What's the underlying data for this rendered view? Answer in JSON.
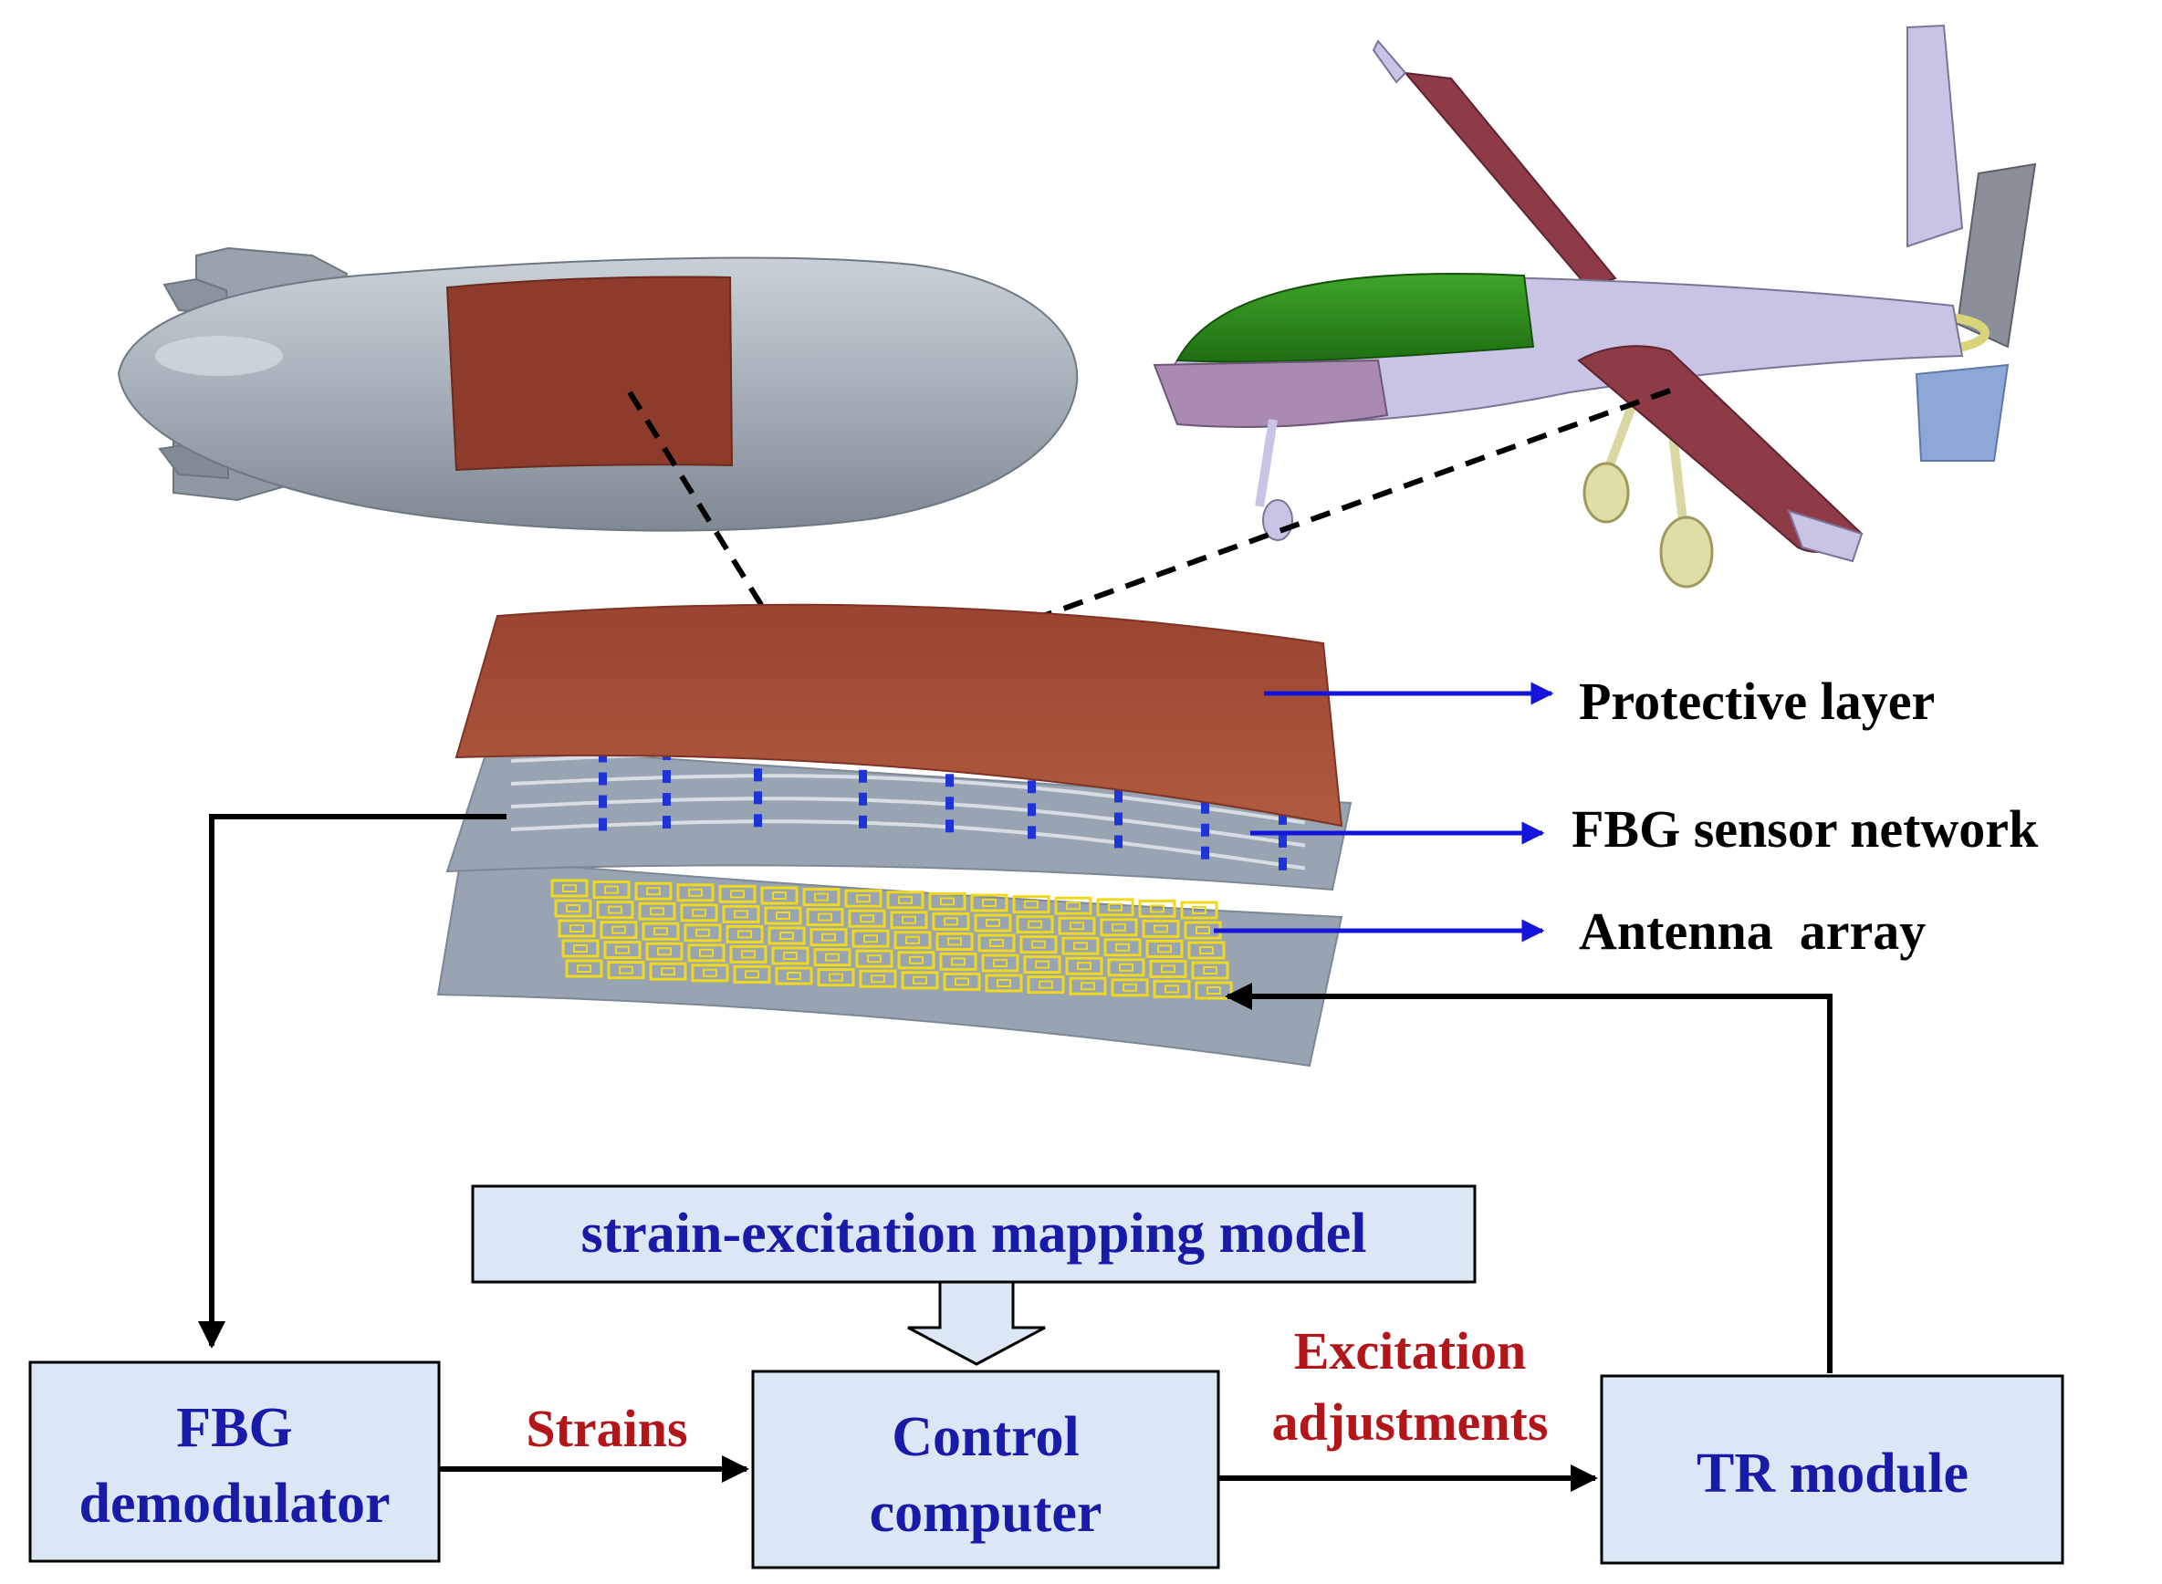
{
  "labels": {
    "protective_layer": "Protective layer",
    "fbg_sensor_network": "FBG sensor network",
    "antenna_array": "Antenna  array",
    "mapping_model": "strain-excitation mapping model",
    "strains": "Strains",
    "excitation_line1": "Excitation",
    "excitation_line2": "adjustments"
  },
  "blocks": {
    "fbg_demodulator": {
      "line1": "FBG",
      "line2": "demodulator"
    },
    "control_computer": {
      "line1": "Control",
      "line2": "computer"
    },
    "tr_module": {
      "line1": "TR module"
    }
  },
  "colors": {
    "box_fill": "#dbe7f4",
    "label_blue": "#1a1aa8",
    "label_red": "#b3161a",
    "protective_layer": "#a04a35",
    "airship_body": "#a5aeb8",
    "panel_gray": "#98a4b2",
    "fbg_grating": "#1f33d6",
    "antenna_patch": "#e8d21a",
    "uav_wing": "#8f3a47",
    "uav_canopy": "#2d8a1e",
    "uav_fuselage": "#c9c4e6"
  },
  "icons": [
    "airship-icon",
    "uav-aircraft-icon"
  ]
}
